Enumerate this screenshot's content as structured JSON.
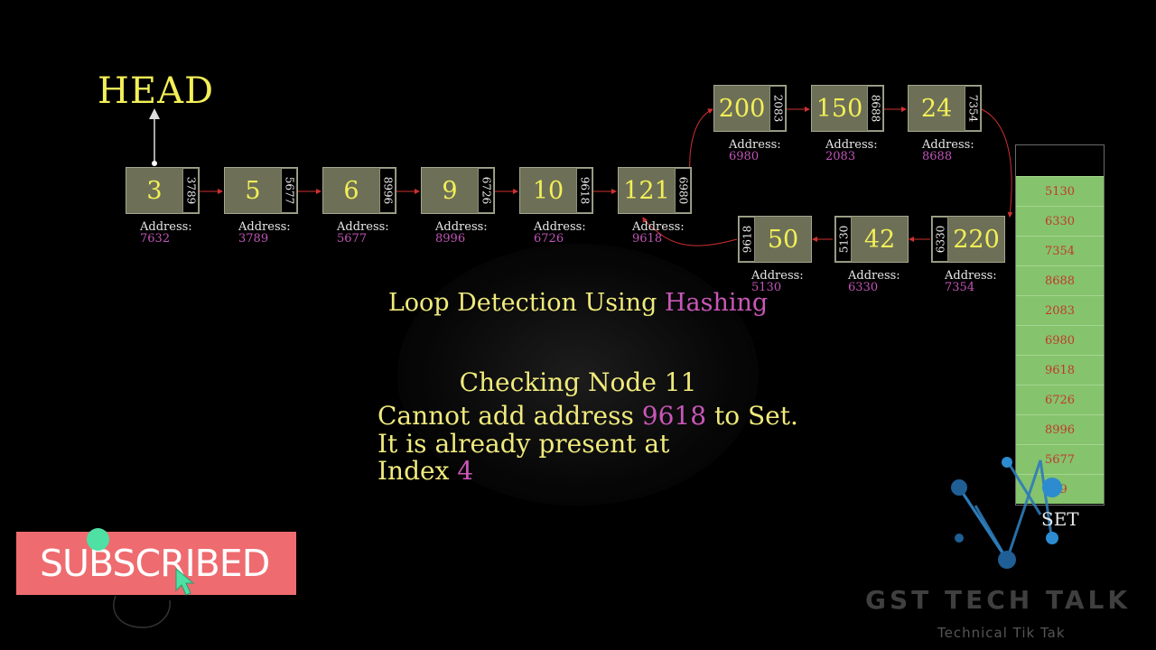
{
  "head_label": "HEAD",
  "nodes_row1": [
    {
      "value": "3",
      "next": "3789",
      "addr_label": "Address:",
      "address": "7632"
    },
    {
      "value": "5",
      "next": "5677",
      "addr_label": "Address:",
      "address": "3789"
    },
    {
      "value": "6",
      "next": "8996",
      "addr_label": "Address:",
      "address": "5677"
    },
    {
      "value": "9",
      "next": "6726",
      "addr_label": "Address:",
      "address": "8996"
    },
    {
      "value": "10",
      "next": "9618",
      "addr_label": "Address:",
      "address": "6726"
    },
    {
      "value": "121",
      "next": "6980",
      "addr_label": "Address:",
      "address": "9618"
    }
  ],
  "nodes_top": [
    {
      "value": "200",
      "next": "2083",
      "addr_label": "Address:",
      "address": "6980"
    },
    {
      "value": "150",
      "next": "8688",
      "addr_label": "Address:",
      "address": "2083"
    },
    {
      "value": "24",
      "next": "7354",
      "addr_label": "Address:",
      "address": "8688"
    }
  ],
  "nodes_bottom": [
    {
      "value": "50",
      "next": "9618",
      "addr_label": "Address:",
      "address": "5130"
    },
    {
      "value": "42",
      "next": "5130",
      "addr_label": "Address:",
      "address": "6330"
    },
    {
      "value": "220",
      "next": "6330",
      "addr_label": "Address:",
      "address": "7354"
    }
  ],
  "title": {
    "prefix": "Loop Detection Using ",
    "highlight": "Hashing"
  },
  "checking": "Checking Node 11",
  "message": {
    "line1_prefix": "Cannot add address ",
    "line1_addr": "9618",
    "line1_suffix": " to Set.",
    "line2": "It is already present at",
    "line3_prefix": "Index ",
    "line3_index": "4"
  },
  "set": {
    "label": "SET",
    "cells": [
      "5130",
      "6330",
      "7354",
      "8688",
      "2083",
      "6980",
      "9618",
      "6726",
      "8996",
      "5677",
      "89"
    ]
  },
  "subscribe": {
    "label": "SUBSCRIBED"
  },
  "brand": {
    "name": "GST TECH TALK",
    "tagline": "Technical Tik Tak"
  },
  "colors": {
    "node_fill": "#6d7057",
    "node_text": "#f3ef57",
    "address_value": "#c255b8",
    "set_cell": "#86c36d",
    "set_text": "#c0392b",
    "arrow": "#d03030",
    "subscribe": "#ee6b6f"
  }
}
